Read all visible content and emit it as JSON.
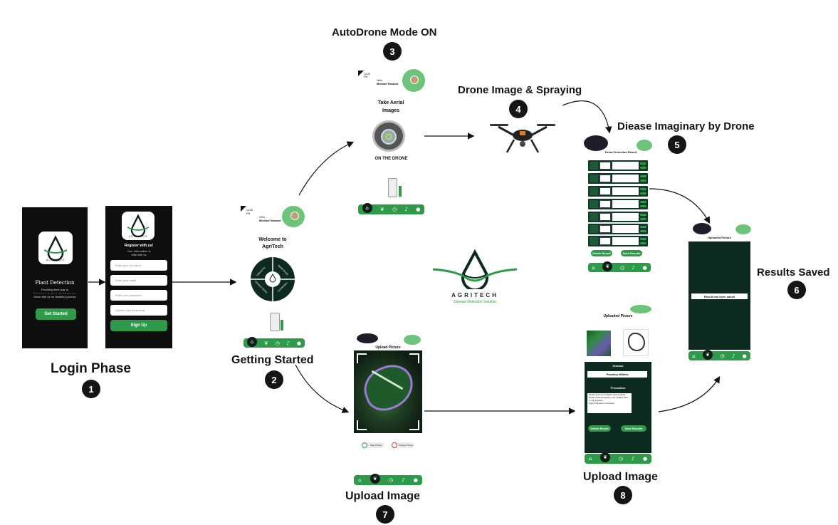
{
  "steps": [
    {
      "num": "1",
      "title": "Login Phase"
    },
    {
      "num": "2",
      "title": "Getting Started"
    },
    {
      "num": "3",
      "title": "AutoDrone Mode ON"
    },
    {
      "num": "4",
      "title": "Drone Image & Spraying"
    },
    {
      "num": "5",
      "title": "Diease Imaginary by Drone"
    },
    {
      "num": "6",
      "title": "Results Saved"
    },
    {
      "num": "7",
      "title": "Upload Image"
    },
    {
      "num": "8",
      "title": "Upload Image"
    }
  ],
  "login_screen": {
    "logo_text": "AGRITECH",
    "app_name": "Plant Detection",
    "tagline_1": "Providing best way to",
    "tagline_2": "Detect plant diseases",
    "tagline_3": "Move with us on beautiful journey",
    "button": "Get Started"
  },
  "register_screen": {
    "logo_text": "AGRITECH",
    "heading": "Register with us!",
    "subheading_1": "Your information is",
    "subheading_2": "safe with us",
    "fields": [
      "Enter your full name",
      "Enter your email",
      "Enter your password",
      "Confirm your password"
    ],
    "button": "Sign Up"
  },
  "home_screen": {
    "time": "13:28",
    "ampm": "PM",
    "greeting": "Hello,",
    "user": "Michael Howard",
    "welcome": "Welcome to AgriTech",
    "wheel": [
      "Upload Pic",
      "Aerial Drone",
      "Connect Drone",
      "Connection"
    ]
  },
  "drone_screen": {
    "time": "13:28",
    "ampm": "PM",
    "greeting": "Hello,",
    "user": "Michael Howard",
    "heading": "Take Aerial Images",
    "status": "ON THE DRONE"
  },
  "detection_screen": {
    "title": "Drone Detection Result",
    "rows": 7,
    "delete_btn": "Delete Result",
    "save_btn": "Save Results"
  },
  "saved_screen": {
    "title": "Uploaded Picture",
    "message": "Result has been saved"
  },
  "upload_screen": {
    "title": "Upload Picture",
    "take_btn": "Take Picture",
    "choose_btn": "Choose Picture"
  },
  "uploaded_screen": {
    "title": "Uploaded Picture",
    "disease_label": "Disease",
    "disease_value": "Powdery Mildew",
    "precaution_label": "Precaution",
    "precautions": [
      "Ensure good air circulation around plants.",
      "Avoid overhead watering; use a soaker hose or drip irrigation.",
      "Apply fungicides if necessary."
    ],
    "delete_btn": "Delete Result",
    "save_btn": "Save Results"
  },
  "center_logo": {
    "name": "AGRITECH",
    "subtitle": "Disease Detection Solution"
  },
  "colors": {
    "accent": "#2e9a4a",
    "dark": "#0c0f0d",
    "highlight": "#3aa84a"
  }
}
